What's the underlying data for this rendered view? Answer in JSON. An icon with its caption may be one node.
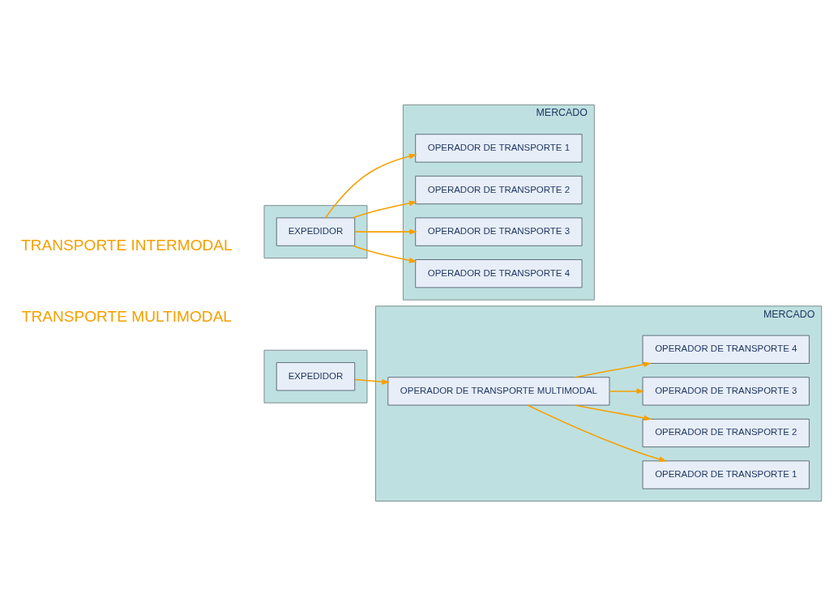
{
  "diagram": {
    "nodes": [
      {
        "text": [],
        "shape": "box"
      },
      {
        "text": [
          "EXPEDIDOR"
        ],
        "in": 0
      },
      {
        "text": [
          "MERCADO"
        ]
      },
      {
        "text": [
          "OPERADOR DE TRANSPORTE 1"
        ],
        "in": 2
      },
      {
        "text": [
          "OPERADOR DE TRANSPORTE 2"
        ],
        "in": 2
      },
      {
        "text": [
          "OPERADOR DE TRANSPORTE 3"
        ],
        "in": 2
      },
      {
        "text": [
          "OPERADOR DE TRANSPORTE 4"
        ],
        "in": 2
      },
      {
        "text": [],
        "shape": "box"
      },
      {
        "text": [
          "EXPEDIDOR"
        ],
        "in": 7
      },
      {
        "text": [
          "MERCADO"
        ]
      },
      {
        "text": [
          "OPERADOR DE TRANSPORTE MULTIMODAL"
        ],
        "in": 9
      },
      {
        "text": [
          "OPERADOR DE TRANSPORTE 1"
        ],
        "in": 9
      },
      {
        "text": [
          "OPERADOR DE TRANSPORTE 2"
        ],
        "in": 9
      },
      {
        "text": [
          "OPERADOR DE TRANSPORTE 3"
        ],
        "in": 9
      },
      {
        "text": [
          "OPERADOR DE TRANSPORTE 4"
        ],
        "in": 9
      }
    ],
    "edges": [
      {
        "from": 1,
        "to": 3,
        "arrow": "to"
      },
      {
        "from": 1,
        "to": 4,
        "arrow": "to"
      },
      {
        "from": 1,
        "to": 5,
        "arrow": "to"
      },
      {
        "from": 1,
        "to": 6,
        "arrow": "to"
      },
      {
        "from": 8,
        "to": 10,
        "arrow": "to"
      },
      {
        "from": 10,
        "to": 11,
        "arrow": "to"
      },
      {
        "from": 10,
        "to": 12,
        "arrow": "to"
      },
      {
        "from": 10,
        "to": 13,
        "arrow": "to"
      },
      {
        "from": 10,
        "to": 14,
        "arrow": "to"
      }
    ],
    "labels": [
      "TRANSPORTE INTERMODAL",
      "TRANSPORTE MULTIMODAL"
    ]
  }
}
